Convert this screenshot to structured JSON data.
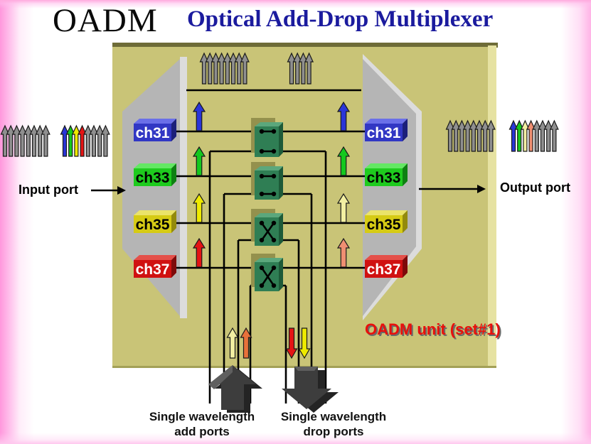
{
  "title": "OADM",
  "subtitle": "Optical Add-Drop Multiplexer",
  "labels": {
    "input_port": "Input port",
    "output_port": "Output port",
    "unit": "OADM unit (set#1)",
    "add_ports": [
      "Single wavelength",
      "add ports"
    ],
    "drop_ports": [
      "Single wavelength",
      "drop ports"
    ]
  },
  "colors": {
    "title_blue": "#1b1b9e",
    "unit_red": "#e8100c",
    "olive": "#c9c477",
    "olive_top_shadow": "#6e6c38",
    "olive_right_light": "#e6e2a2",
    "olive_bottom_line": "#a3a057",
    "panel_gray": "#b5b5b5",
    "panel_light": "#dcdcdc",
    "line_black": "#000000",
    "gray": "#8f8f8f",
    "blue": "#2a35d8",
    "green": "#14c81e",
    "yellow": "#eeea00",
    "red": "#e41414",
    "pale_yellow": "#f2efa2",
    "salmon": "#ef8f72",
    "orange": "#e8713a",
    "switch_front": "#2f7e54",
    "switch_top": "#5ba77c",
    "switch_side": "#1d5a38",
    "switch_shadow": "#94914d",
    "dark_arrow": "#3d3d3d",
    "dark_arrow_light": "#5f5f5f",
    "dark_arrow_deep": "#242424"
  },
  "channels": [
    {
      "label": "ch31",
      "state": "bar",
      "box_front": "#3137c4",
      "box_light": "#6a6fe8",
      "box_dark": "#1b1f7a",
      "text": "#ffffff",
      "left_arrow": "blue",
      "right_arrow": "blue"
    },
    {
      "label": "ch33",
      "state": "bar",
      "box_front": "#1ecb1e",
      "box_light": "#63e863",
      "box_dark": "#0e8012",
      "text": "#000000",
      "left_arrow": "green",
      "right_arrow": "green"
    },
    {
      "label": "ch35",
      "state": "cross",
      "box_front": "#d6cb15",
      "box_light": "#eae36a",
      "box_dark": "#938a0c",
      "text": "#000000",
      "left_arrow": "yellow",
      "right_arrow": "pale_yellow"
    },
    {
      "label": "ch37",
      "state": "cross",
      "box_front": "#d01111",
      "box_light": "#e4504a",
      "box_dark": "#7e0a0a",
      "text": "#ffffff",
      "left_arrow": "red",
      "right_arrow": "salmon"
    }
  ],
  "arrow_groups": {
    "input_wdm": [
      "gray",
      "gray",
      "gray",
      "gray",
      "gray",
      "gray",
      "gray",
      "gray"
    ],
    "input_channels": [
      "blue",
      "green",
      "yellow",
      "red",
      "gray",
      "gray",
      "gray",
      "gray"
    ],
    "express_left": [
      "gray",
      "gray",
      "gray",
      "gray",
      "gray",
      "gray",
      "gray",
      "gray"
    ],
    "express_right": [
      "gray",
      "gray",
      "gray",
      "gray"
    ],
    "output_inner": [
      "gray",
      "gray",
      "gray",
      "gray",
      "gray",
      "gray",
      "gray",
      "gray"
    ],
    "output_channels": [
      "blue",
      "green",
      "pale_yellow",
      "salmon",
      "gray",
      "gray",
      "gray",
      "gray"
    ]
  },
  "add_drop": {
    "add_arrows": [
      "pale_yellow",
      "orange"
    ],
    "drop_arrows": [
      "red",
      "yellow"
    ]
  }
}
